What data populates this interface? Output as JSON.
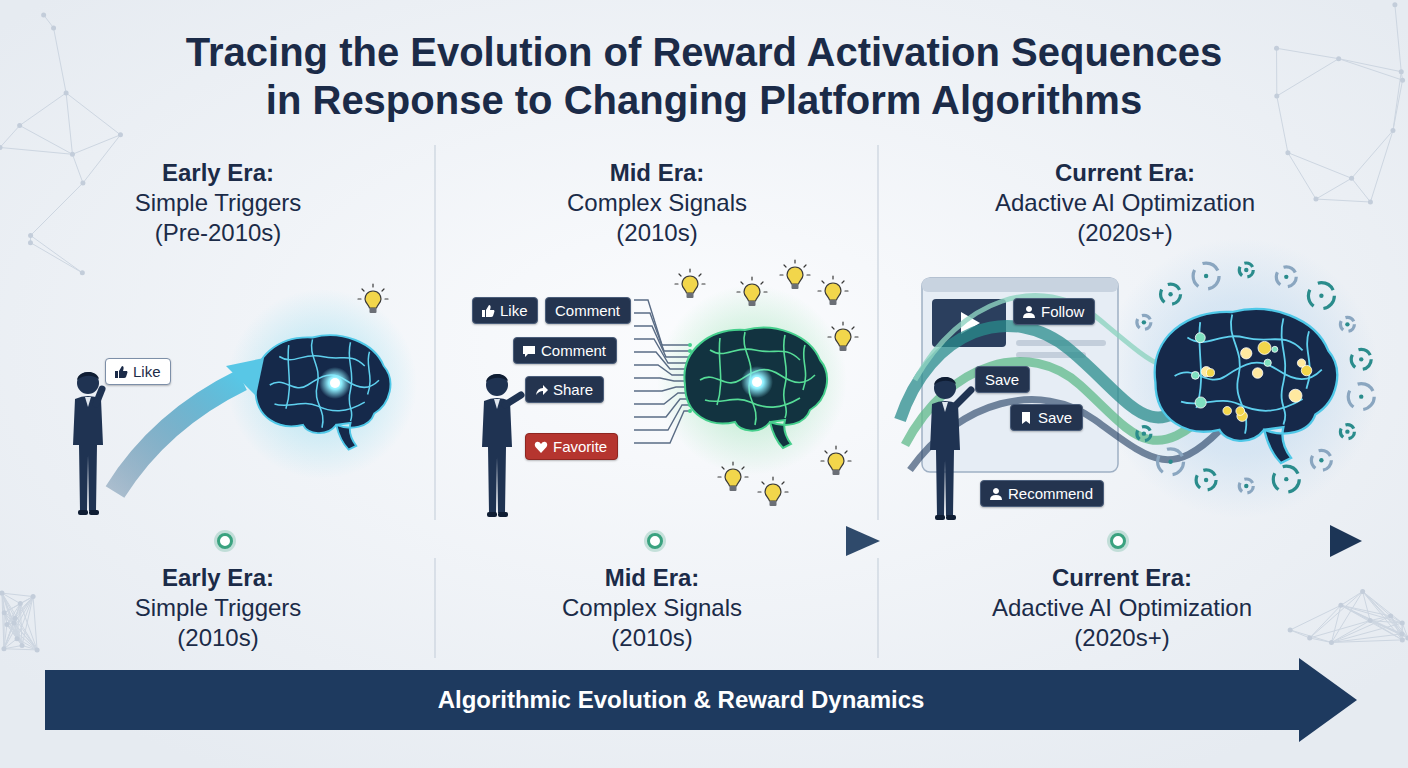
{
  "diagram": {
    "title": "Tracing the Evolution of Reward Activation Sequences in Response to Changing Platform Algorithms",
    "nodes": [
      {
        "text": [
          "Like"
        ]
      },
      {
        "text": [
          "Like"
        ]
      },
      {
        "text": [
          "Comment"
        ]
      },
      {
        "text": [
          "Comment"
        ]
      },
      {
        "text": [
          "Share"
        ]
      },
      {
        "text": [
          "Favorite"
        ]
      },
      {
        "text": [
          "Follow"
        ]
      },
      {
        "text": [
          "Save"
        ]
      },
      {
        "text": [
          "Save"
        ]
      },
      {
        "text": [
          "Recommend"
        ]
      },
      {
        "text": [
          "Algorithmic Evolution & Reward Dynamics"
        ]
      }
    ],
    "labels": [
      "Early Era:",
      "Simple Triggers (Pre-2010s)",
      "Mid Era:",
      "Complex Signals (2010s)",
      "Current Era:",
      "Adactive AI Optimization (2020s+)",
      "Early Era:",
      "Simple Triggers (2010s)",
      "Mid Era:",
      "Complex Signals (2010s)",
      "Current Era:",
      "Adactive AI Optimization (2020s+)"
    ]
  }
}
